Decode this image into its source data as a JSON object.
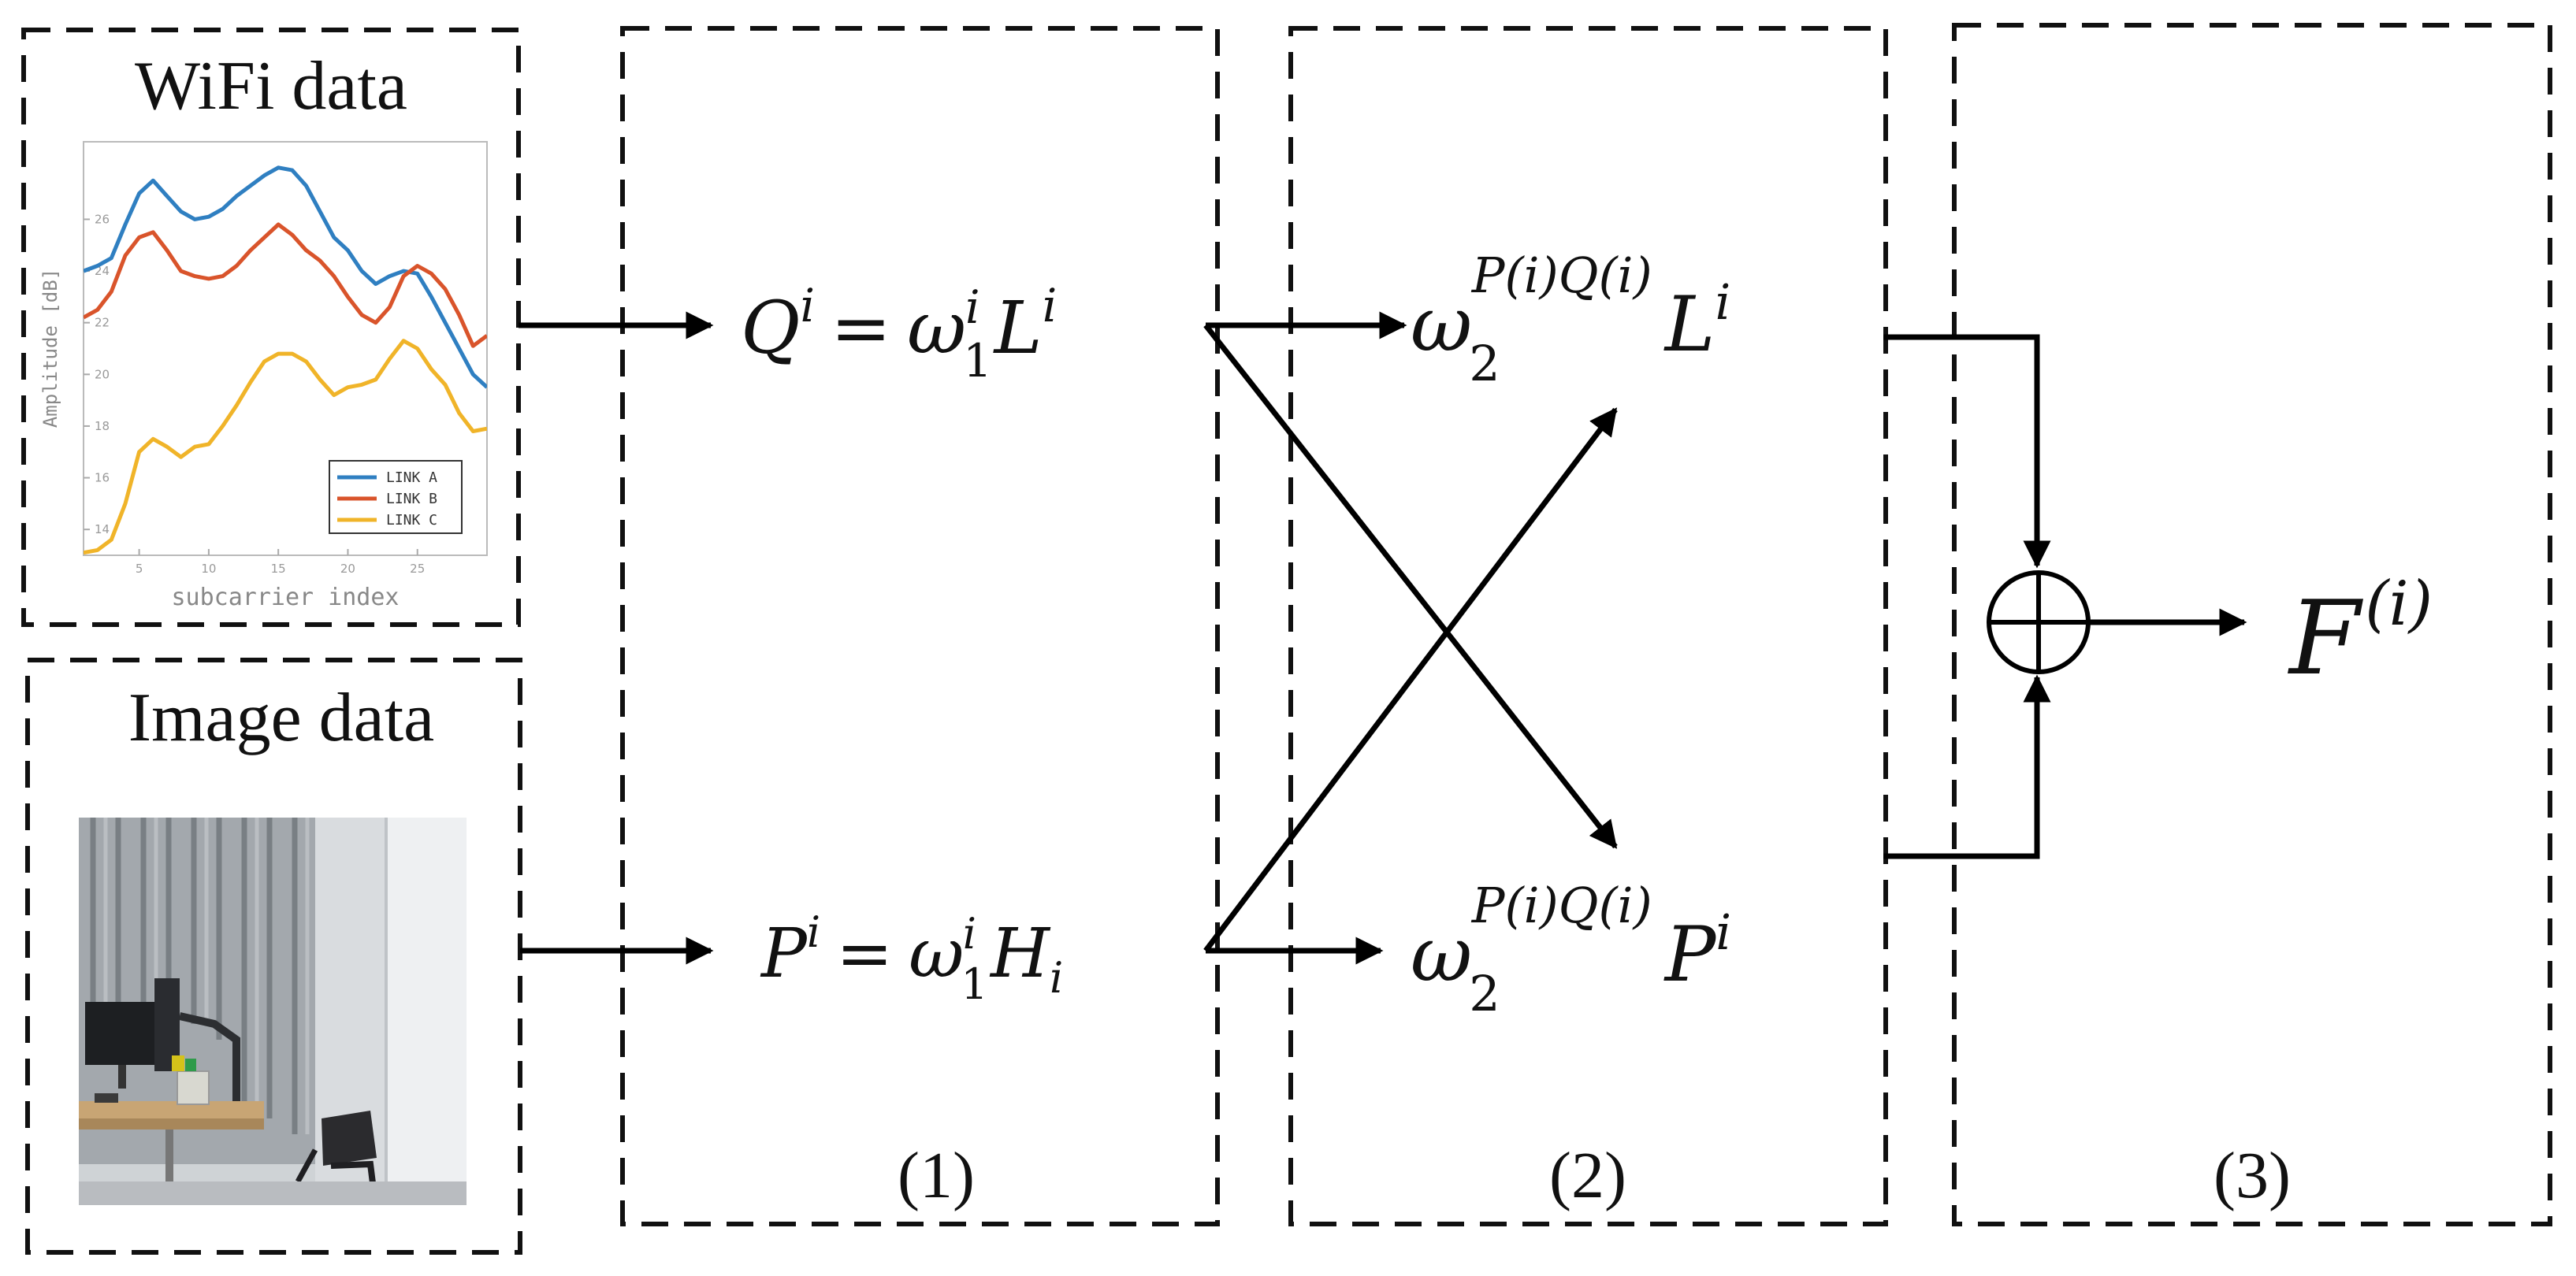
{
  "panels": {
    "wifi_title": "WiFi data",
    "image_title": "Image data",
    "stage1_label": "(1)",
    "stage2_label": "(2)",
    "stage3_label": "(3)"
  },
  "equations": {
    "q_lhs": "Q",
    "q_lhs_sup": "i",
    "p_lhs": "P",
    "p_lhs_sup": "i",
    "equals": "=",
    "omega": "ω",
    "sub1": "1",
    "sub2": "2",
    "sup_i": "i",
    "L": "L",
    "H": "H",
    "H_sub": "i",
    "pq_sup": "P(i)Q(i)",
    "L_sup": "i",
    "P": "P",
    "P_sup": "i",
    "F": "F",
    "F_sup": "(i)"
  },
  "chart_data": {
    "type": "line",
    "xlabel": "subcarrier index",
    "ylabel": "Amplitude [dB]",
    "xlim": [
      1,
      30
    ],
    "ylim": [
      13,
      29
    ],
    "xticks": [
      5,
      10,
      15,
      20,
      25
    ],
    "yticks": [
      14,
      16,
      18,
      20,
      22,
      24,
      26
    ],
    "grid": false,
    "legend_position": "bottom-right",
    "x": [
      1,
      2,
      3,
      4,
      5,
      6,
      7,
      8,
      9,
      10,
      11,
      12,
      13,
      14,
      15,
      16,
      17,
      18,
      19,
      20,
      21,
      22,
      23,
      24,
      25,
      26,
      27,
      28,
      29,
      30
    ],
    "series": [
      {
        "name": "LINK A",
        "color": "#2f7fc1",
        "values": [
          24.0,
          24.2,
          24.5,
          25.8,
          27.0,
          27.5,
          26.9,
          26.3,
          26.0,
          26.1,
          26.4,
          26.9,
          27.3,
          27.7,
          28.0,
          27.9,
          27.3,
          26.3,
          25.3,
          24.8,
          24.0,
          23.5,
          23.8,
          24.0,
          23.9,
          23.0,
          22.0,
          21.0,
          20.0,
          19.5
        ]
      },
      {
        "name": "LINK B",
        "color": "#d9542b",
        "values": [
          22.2,
          22.5,
          23.2,
          24.6,
          25.3,
          25.5,
          24.8,
          24.0,
          23.8,
          23.7,
          23.8,
          24.2,
          24.8,
          25.3,
          25.8,
          25.4,
          24.8,
          24.4,
          23.8,
          23.0,
          22.3,
          22.0,
          22.6,
          23.8,
          24.2,
          23.9,
          23.3,
          22.3,
          21.1,
          21.5
        ]
      },
      {
        "name": "LINK C",
        "color": "#f0b429",
        "values": [
          13.1,
          13.2,
          13.6,
          15.0,
          17.0,
          17.5,
          17.2,
          16.8,
          17.2,
          17.3,
          18.0,
          18.8,
          19.7,
          20.5,
          20.8,
          20.8,
          20.5,
          19.8,
          19.2,
          19.5,
          19.6,
          19.8,
          20.6,
          21.3,
          21.0,
          20.2,
          19.6,
          18.5,
          17.8,
          17.9
        ]
      }
    ]
  }
}
